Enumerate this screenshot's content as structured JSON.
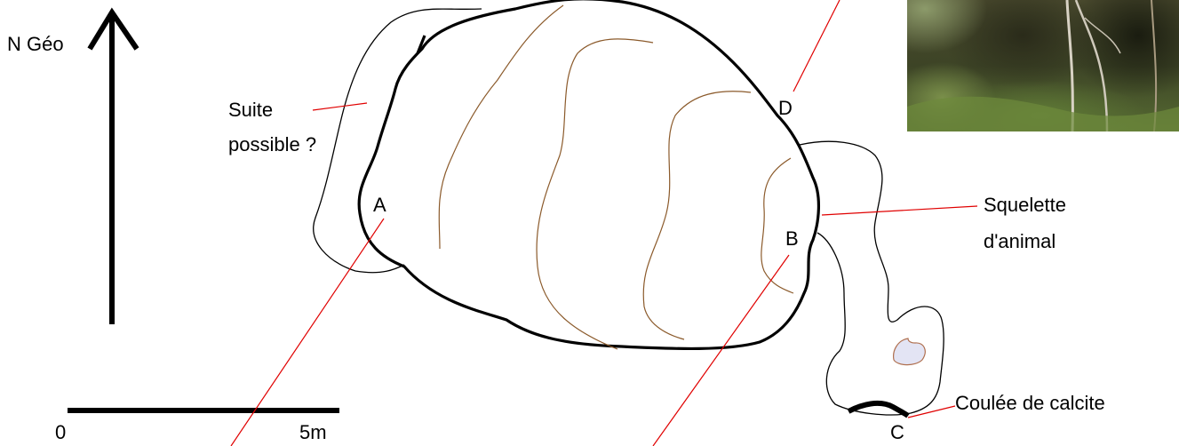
{
  "labels": {
    "north": "N Géo",
    "suite_line1": "Suite",
    "suite_line2": "possible ?",
    "point_a": "A",
    "point_b": "B",
    "point_c": "C",
    "point_d": "D",
    "squelette_line1": "Squelette",
    "squelette_line2": "d'animal",
    "coulee": "Coulée de calcite",
    "scale_start": "0",
    "scale_end": "5m"
  },
  "colors": {
    "outline": "#000000",
    "contour": "#8b5a2b",
    "section_line": "#e00000",
    "pool_fill": "#e3e4f4",
    "pool_stroke": "#b07050"
  },
  "icons": {
    "north_arrow": "north-arrow-icon",
    "photo": "cave-entrance-photo"
  }
}
